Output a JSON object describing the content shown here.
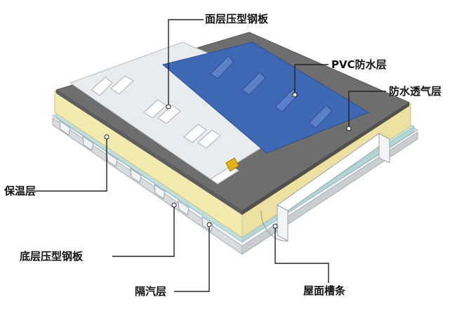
{
  "diagram": {
    "labels": {
      "top_panel": "面层压型钢板",
      "pvc_layer": "PVC防水层",
      "breathable_layer": "防水透气层",
      "insulation": "保温层",
      "bottom_panel": "底层压型钢板",
      "vapor_barrier": "隔汽层",
      "gutter": "屋面槽条"
    },
    "colors": {
      "steel": "#e9ecef",
      "steel_edge": "#b9bec4",
      "pvc": "#3f68b4",
      "pvc_dark": "#2f5294",
      "breathable": "#6e6e6e",
      "insulation": "#f7f1c3",
      "vapor": "#cfe9ea",
      "leader": "#222222"
    }
  }
}
